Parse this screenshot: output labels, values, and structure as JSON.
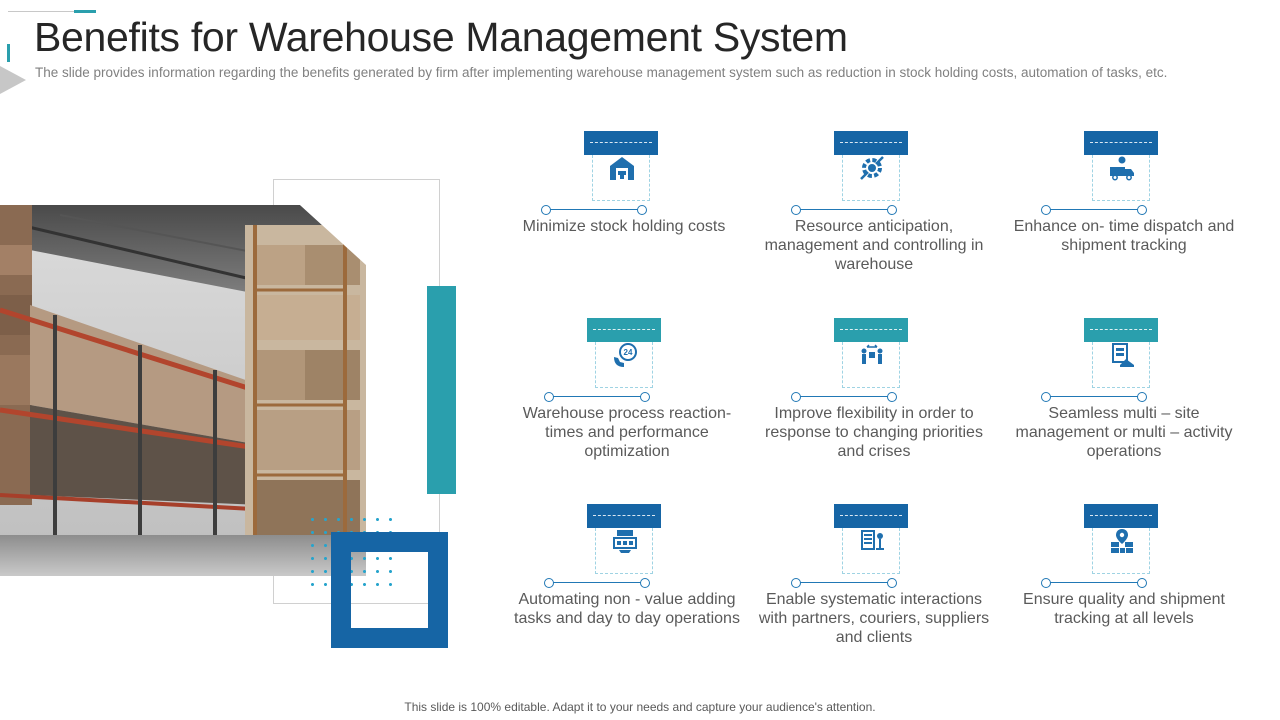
{
  "slide": {
    "title": "Benefits for Warehouse Management System",
    "subtitle": "The slide provides information regarding the benefits generated by firm after implementing warehouse management system such as reduction in stock holding costs, automation of tasks, etc.",
    "footer": "This slide is 100% editable. Adapt it to your needs and capture your audience's attention."
  },
  "colors": {
    "navy": "#1665a5",
    "teal": "#2a9fad",
    "icon_blue": "#1f6fae",
    "text": "#5a5a5a"
  },
  "image": {
    "subject": "warehouse-shelving-photo"
  },
  "benefits": [
    {
      "label": "Minimize stock holding costs",
      "icon": "warehouse-icon",
      "color": "#1665a5"
    },
    {
      "label": "Resource anticipation, management and controlling in warehouse",
      "icon": "gear-management-icon",
      "color": "#1665a5"
    },
    {
      "label": "Enhance on- time dispatch and shipment tracking",
      "icon": "delivery-truck-icon",
      "color": "#1665a5"
    },
    {
      "label": "Warehouse process reaction- times and performance optimization",
      "icon": "24-hour-service-icon",
      "color": "#2a9fad"
    },
    {
      "label": "Improve flexibility in order to response to changing priorities and crises",
      "icon": "workers-flexibility-icon",
      "color": "#2a9fad"
    },
    {
      "label": "Seamless multi – site management or multi – activity operations",
      "icon": "multi-site-management-icon",
      "color": "#2a9fad"
    },
    {
      "label": "Automating non - value adding tasks and day to day operations",
      "icon": "automation-robot-icon",
      "color": "#1665a5"
    },
    {
      "label": "Enable systematic interactions with partners, couriers, suppliers and clients",
      "icon": "partner-interaction-icon",
      "color": "#1665a5"
    },
    {
      "label": "Ensure quality and shipment tracking at all levels",
      "icon": "shipment-location-icon",
      "color": "#1665a5"
    }
  ]
}
